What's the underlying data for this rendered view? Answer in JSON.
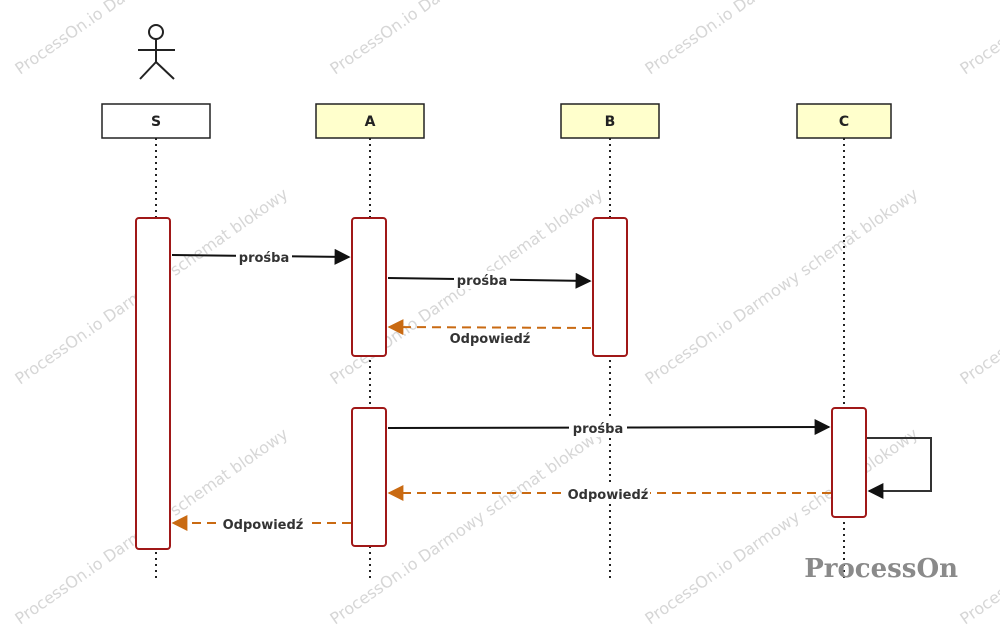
{
  "participants": [
    {
      "id": "S",
      "label": "S",
      "fill": "#ffffff",
      "actor": true
    },
    {
      "id": "A",
      "label": "A",
      "fill": "#ffffcc"
    },
    {
      "id": "B",
      "label": "B",
      "fill": "#ffffcc"
    },
    {
      "id": "C",
      "label": "C",
      "fill": "#ffffcc"
    }
  ],
  "messages": [
    {
      "from": "S",
      "to": "A",
      "label": "prośba",
      "kind": "request"
    },
    {
      "from": "A",
      "to": "B",
      "label": "prośba",
      "kind": "request"
    },
    {
      "from": "B",
      "to": "A",
      "label": "Odpowiedź",
      "kind": "response"
    },
    {
      "from": "A",
      "to": "C",
      "label": "prośba",
      "kind": "request"
    },
    {
      "from": "C",
      "to": "C",
      "label": "",
      "kind": "self"
    },
    {
      "from": "C",
      "to": "A",
      "label": "Odpowiedź",
      "kind": "response"
    },
    {
      "from": "A",
      "to": "S",
      "label": "Odpowiedź",
      "kind": "response"
    }
  ],
  "colors": {
    "request_line": "#111111",
    "response_line": "#c96a12",
    "activation_border": "#a01818",
    "lifeline": "#222222"
  },
  "watermark": "ProcessOn.io Darmowy schemat blokowy",
  "brand": "ProcessOn"
}
